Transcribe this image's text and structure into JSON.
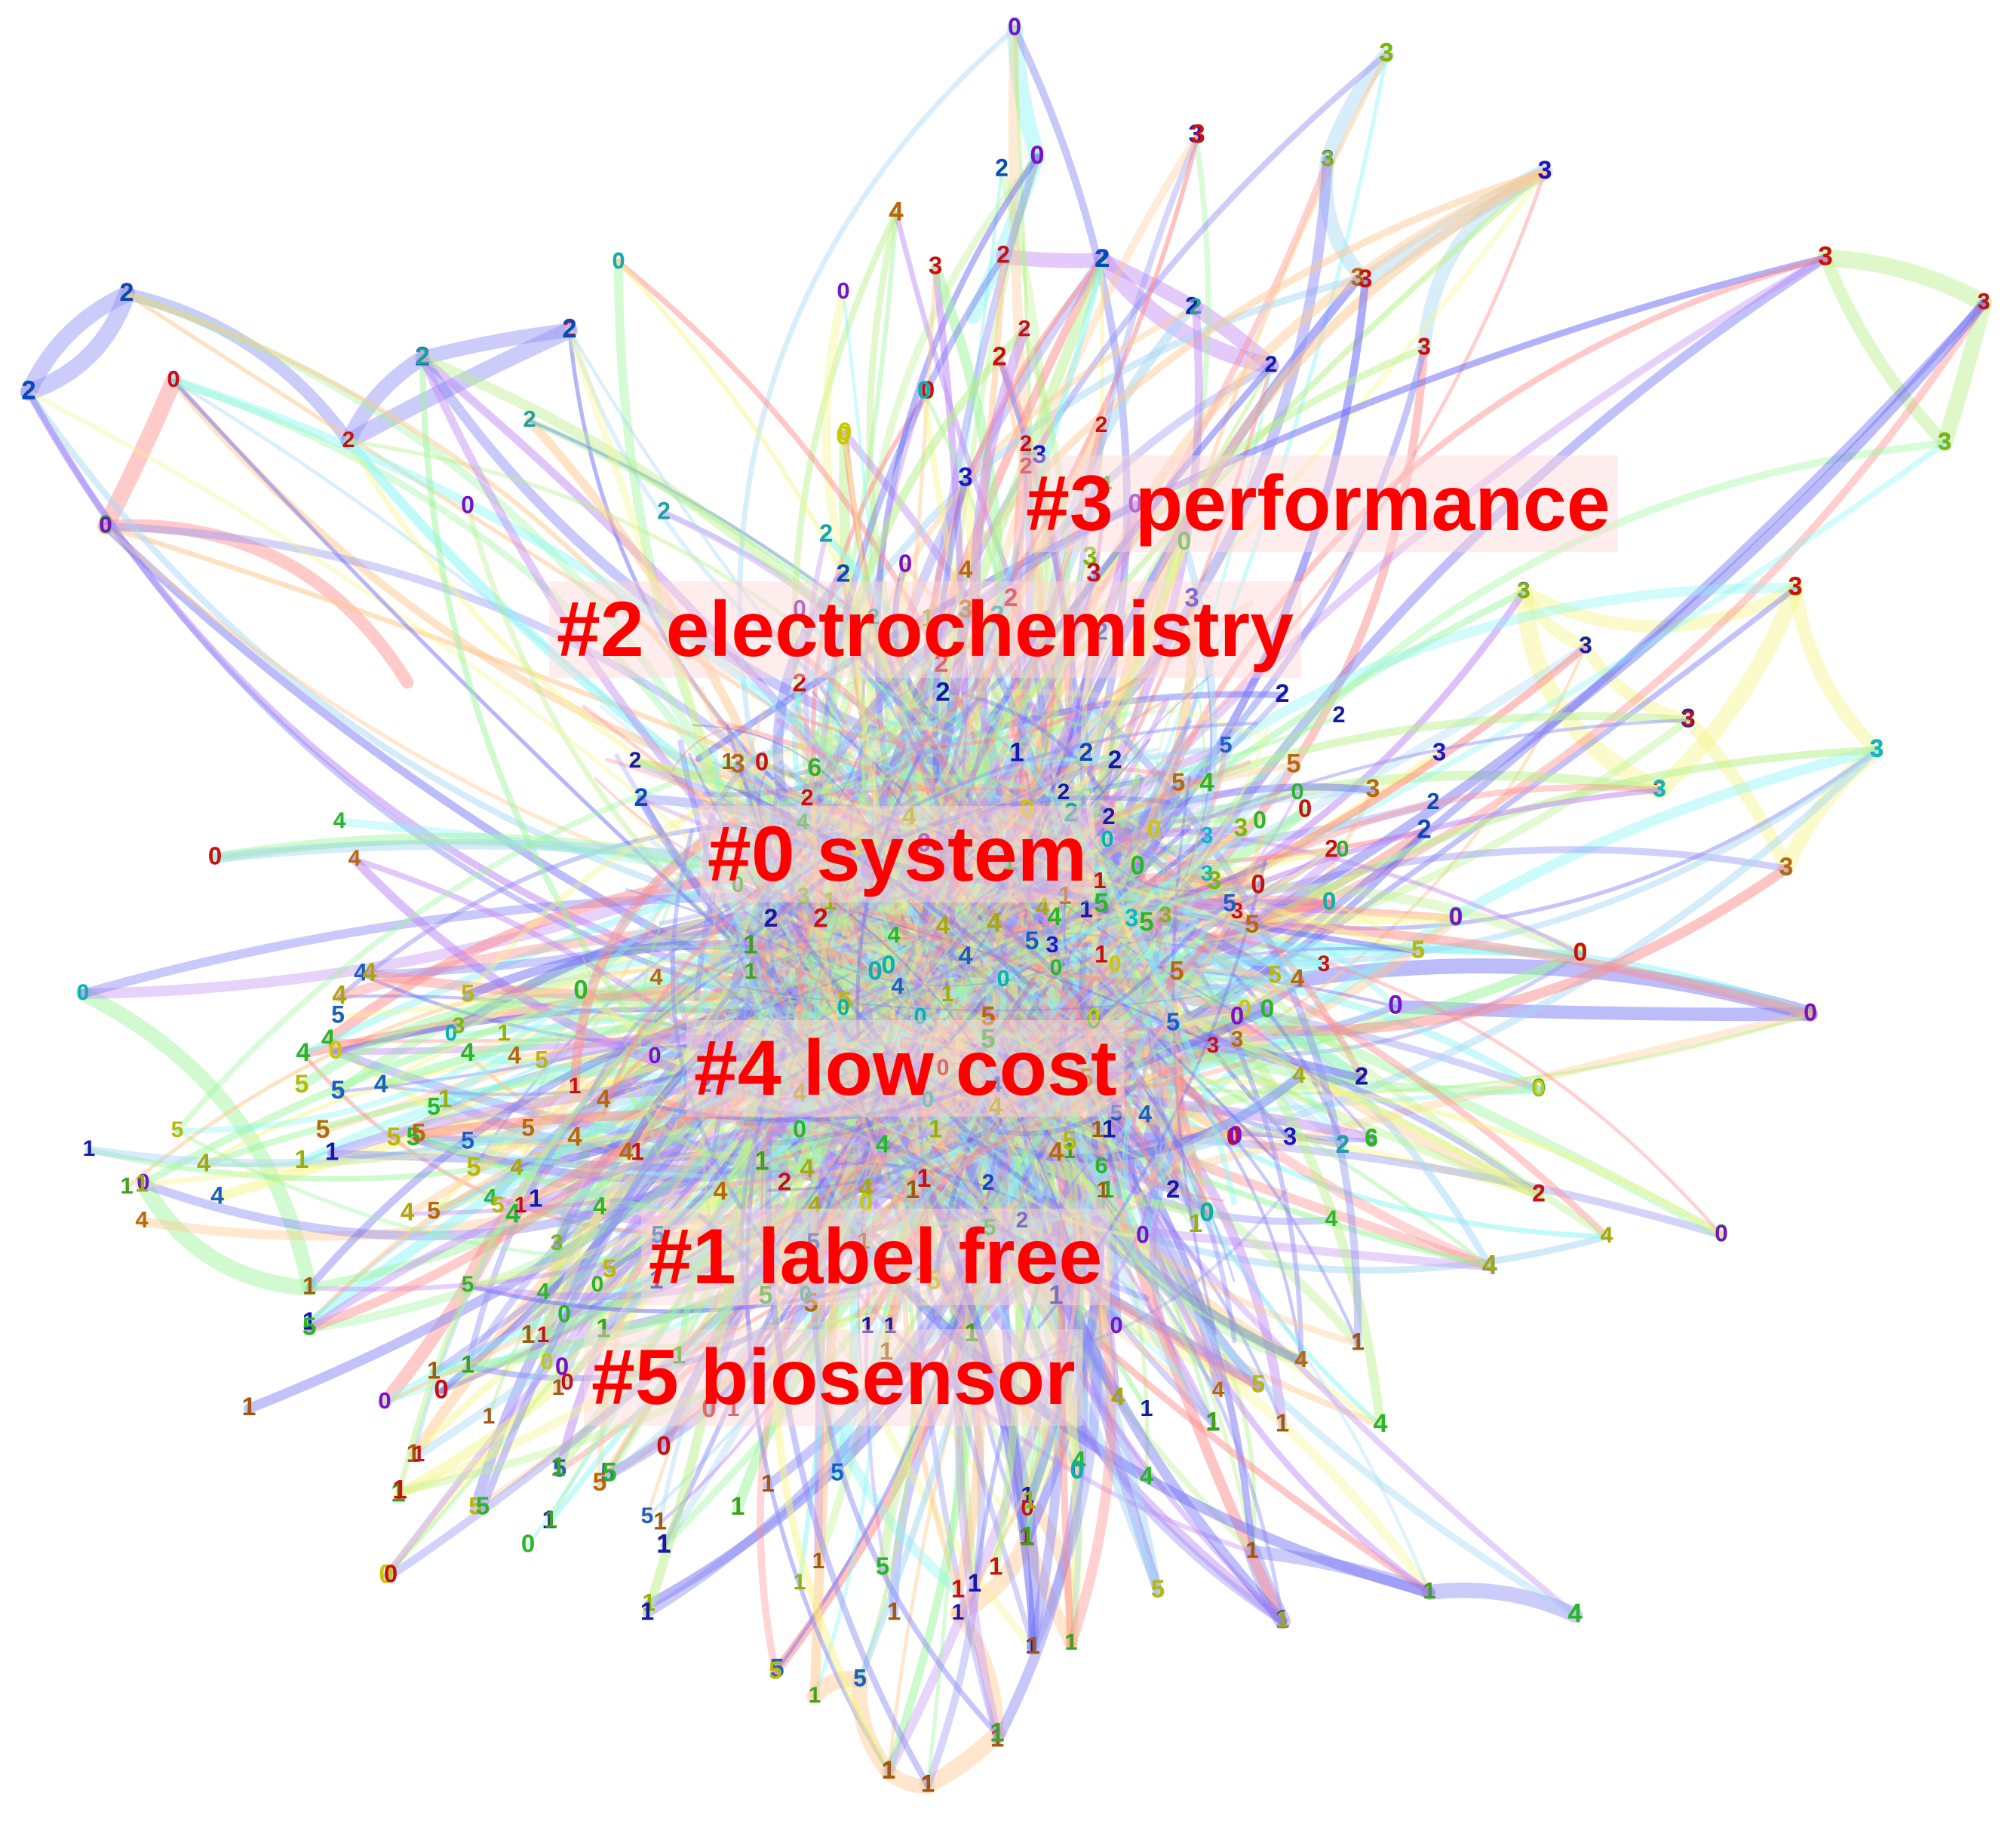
{
  "clusters": [
    {
      "id": 0,
      "label": "#0 system",
      "color": "#2ad12a"
    },
    {
      "id": 1,
      "label": "#1 label free",
      "color": "#e3262a"
    },
    {
      "id": 2,
      "label": "#2 electrochemistry",
      "color": "#2f2fd8"
    },
    {
      "id": 3,
      "label": "#3 performance",
      "color": "#7fc92a"
    },
    {
      "id": 4,
      "label": "#4 low cost",
      "color": "#f08a2a"
    },
    {
      "id": 5,
      "label": "#5 biosensor",
      "color": "#2a73d8"
    }
  ],
  "node_palette": {
    "0": [
      "#7a10c8",
      "#2ab52a",
      "#c8c80a",
      "#0ab0b0",
      "#c81010"
    ],
    "1": [
      "#1818a8",
      "#c81010",
      "#9ab00a",
      "#40a020",
      "#a05a10"
    ],
    "2": [
      "#1818a8",
      "#0a4ab8",
      "#c81010",
      "#20a0a0"
    ],
    "3": [
      "#7ab80a",
      "#0ab8c8",
      "#1818c8",
      "#b8680a",
      "#c81010"
    ],
    "4": [
      "#1a60c0",
      "#b8680a",
      "#2ab52a",
      "#a8a80a"
    ],
    "5": [
      "#2ab52a",
      "#1a60c0",
      "#b8b80a",
      "#b8680a"
    ],
    "6": [
      "#2ab52a"
    ],
    "7": [
      "#c81010"
    ]
  },
  "edge_palette": [
    "#8f8ff5",
    "#ff8a8a",
    "#b8f08a",
    "#f5f58a",
    "#8af5f5",
    "#a8d8f5",
    "#c08af5",
    "#9af59a",
    "#ffc890",
    "#6a6af5"
  ]
}
